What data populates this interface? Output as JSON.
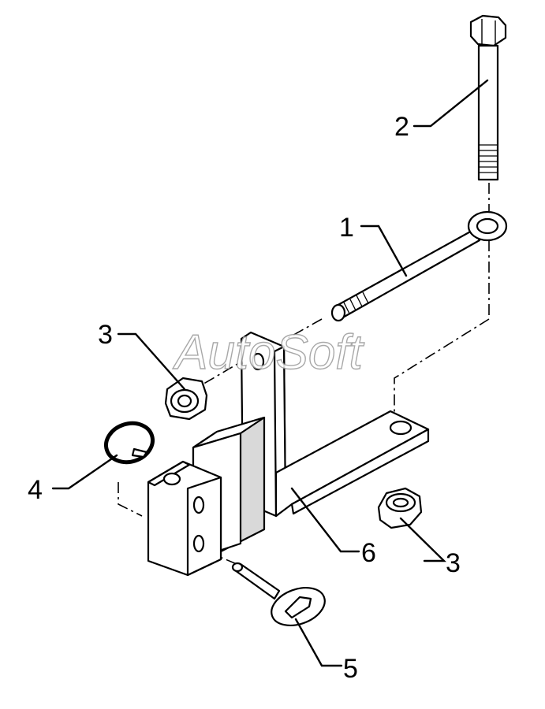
{
  "watermark": {
    "text": "AutoSoft"
  },
  "callouts": [
    {
      "id": "1",
      "label": "1"
    },
    {
      "id": "2",
      "label": "2"
    },
    {
      "id": "3a",
      "label": "3"
    },
    {
      "id": "3b",
      "label": "3"
    },
    {
      "id": "4",
      "label": "4"
    },
    {
      "id": "5",
      "label": "5"
    },
    {
      "id": "6",
      "label": "6"
    }
  ],
  "colors": {
    "line": "#000000",
    "shade": "#d9d9d9",
    "watermark_outline": "#9a9a9a",
    "background": "#ffffff"
  }
}
